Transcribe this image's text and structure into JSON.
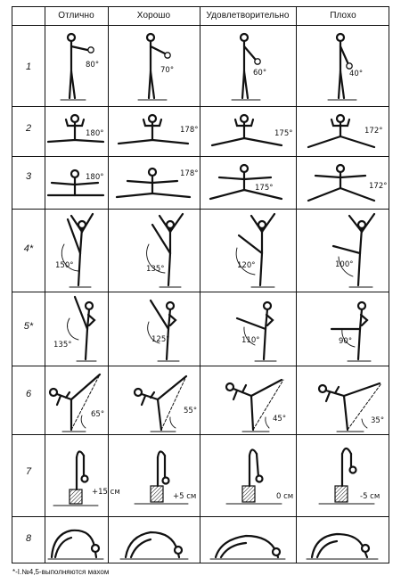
{
  "headers": [
    "Отлично",
    "Хорошо",
    "Удовлетворительно",
    "Плохо"
  ],
  "rows": [
    {
      "num": "1",
      "values": [
        "80°",
        "70°",
        "60°",
        "40°"
      ]
    },
    {
      "num": "2",
      "values": [
        "180°",
        "178°",
        "175°",
        "172°"
      ]
    },
    {
      "num": "3",
      "values": [
        "180°",
        "178°",
        "175°",
        "172°"
      ]
    },
    {
      "num": "4*",
      "values": [
        "150°",
        "135°",
        "120°",
        "100°"
      ]
    },
    {
      "num": "5*",
      "values": [
        "135°",
        "125°",
        "110°",
        "90°"
      ]
    },
    {
      "num": "6",
      "values": [
        "65°",
        "55°",
        "45°",
        "35°"
      ]
    },
    {
      "num": "7",
      "values": [
        "+15 см",
        "+5 см",
        "0 см",
        "-5 см"
      ]
    },
    {
      "num": "8",
      "values": [
        "",
        "",
        "",
        ""
      ]
    }
  ],
  "footnote": "*-I.№4,5-выполняются махом"
}
